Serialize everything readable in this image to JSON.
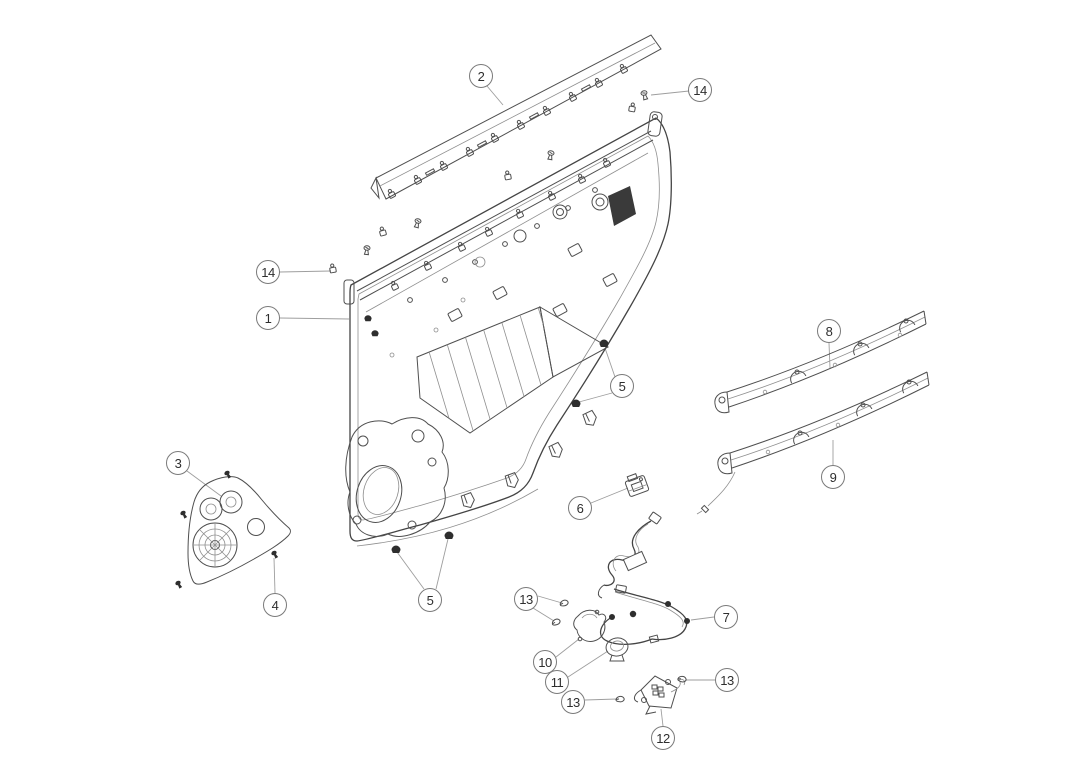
{
  "figure": {
    "kind": "exploded-parts-diagram",
    "background_color": "#ffffff",
    "line_color": "#4f4f4f",
    "light_line_color": "#8f8f8f",
    "dark_fill_color": "#2e2e2e",
    "leader_color": "#9e9e9e",
    "callout_style": {
      "fill": "#ffffff",
      "border_color": "#7a7a7a",
      "text_color": "#2e2e2e"
    }
  },
  "callouts": [
    {
      "label": "2"
    },
    {
      "label": "14"
    },
    {
      "label": "14"
    },
    {
      "label": "1"
    },
    {
      "label": "3"
    },
    {
      "label": "4"
    },
    {
      "label": "5"
    },
    {
      "label": "5"
    },
    {
      "label": "6"
    },
    {
      "label": "7"
    },
    {
      "label": "8"
    },
    {
      "label": "9"
    },
    {
      "label": "10"
    },
    {
      "label": "11"
    },
    {
      "label": "13"
    },
    {
      "label": "13"
    },
    {
      "label": "13"
    },
    {
      "label": "12"
    }
  ]
}
